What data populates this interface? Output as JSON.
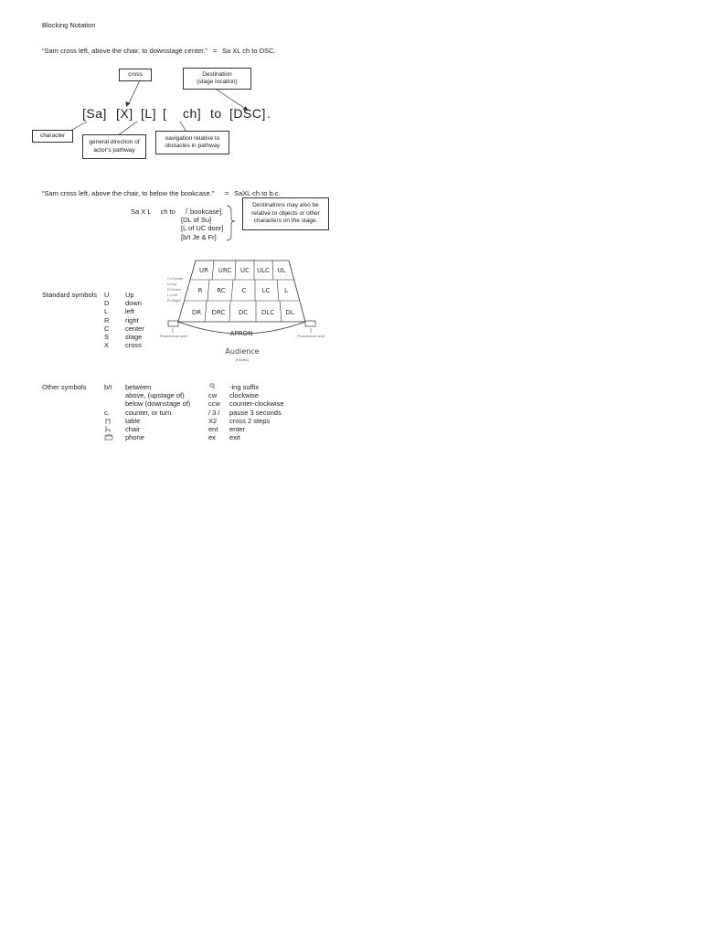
{
  "title": "Blocking Notation",
  "example1": {
    "quote": "“Sam cross left, above the chair, to downstage center.”",
    "equals": "=",
    "result": "Sa XL    ch to DSC.",
    "notation": {
      "char": "[Sa]",
      "cross": "[X]",
      "dir": "[L]",
      "open": "[",
      "nav_tail": "ch]",
      "to": "to",
      "dest": "[DSC]",
      "period": "."
    },
    "labels": {
      "cross": "cross",
      "destination": "Destination\n(stage location)",
      "character": "character",
      "general_direction": "general direction of\nactor’s pathway",
      "navigation": "navigation relative to\nobstacles in pathway"
    }
  },
  "example2": {
    "quote": "“Sam cross left, above the chair, to below the bookcase.”",
    "equals": "=",
    "result": "SaXL    ch to    b.c.",
    "lead": "Sa X L     ch to",
    "options": [
      "bookcase].",
      "[DL of Su]",
      "[L of UC door]",
      "[b/t Je & Fr]"
    ],
    "note": "Destinations may also be\nrelative to objects or other\ncharacters on the stage."
  },
  "standard_symbols": {
    "label": "Standard symbols",
    "items": [
      {
        "sym": "U",
        "meaning": "Up"
      },
      {
        "sym": "D",
        "meaning": "down"
      },
      {
        "sym": "L",
        "meaning": "left"
      },
      {
        "sym": "R",
        "meaning": "right"
      },
      {
        "sym": "C",
        "meaning": "center"
      },
      {
        "sym": "S",
        "meaning": "stage"
      },
      {
        "sym": "X",
        "meaning": "cross"
      }
    ]
  },
  "stage_diagram": {
    "upstage_row": [
      "UR",
      "URC",
      "UC",
      "ULC",
      "UL"
    ],
    "middle_row": [
      "R",
      "RC",
      "C",
      "LC",
      "L"
    ],
    "downstage_row": [
      "DR",
      "DRC",
      "DC",
      "DLC",
      "DL"
    ],
    "apron": "APRON",
    "audience": "Audience",
    "audience_sub": "(House)",
    "legend": [
      "C=Center",
      "U=Up",
      "D=Down",
      "L=Left",
      "R=Right"
    ],
    "left_arch": "Proscenium arch",
    "right_arch": "Proscenium arch"
  },
  "other_symbols": {
    "label": "Other symbols",
    "left": [
      {
        "sym": "b/t",
        "meaning": "between",
        "icon": ""
      },
      {
        "sym": "",
        "meaning": "above, (upstage of)",
        "icon": ""
      },
      {
        "sym": "",
        "meaning": "below (downstage of)",
        "icon": ""
      },
      {
        "sym": "c.",
        "meaning": "counter, or turn",
        "icon": ""
      },
      {
        "sym": "",
        "meaning": "table",
        "icon": "table-icon"
      },
      {
        "sym": "",
        "meaning": "chair",
        "icon": "chair-icon"
      },
      {
        "sym": "",
        "meaning": "phone",
        "icon": "phone-icon"
      }
    ],
    "right": [
      {
        "sym": "",
        "meaning": "-ing suffix",
        "icon": "ing-suffix-icon"
      },
      {
        "sym": "cw",
        "meaning": "clockwise",
        "icon": ""
      },
      {
        "sym": "ccw",
        "meaning": "counter-clockwise",
        "icon": ""
      },
      {
        "sym": "/ 3 /",
        "meaning": "pause 3 seconds",
        "icon": ""
      },
      {
        "sym": "X2",
        "meaning": "cross 2 steps",
        "icon": ""
      },
      {
        "sym": "ent",
        "meaning": "enter",
        "icon": ""
      },
      {
        "sym": "ex",
        "meaning": "exit",
        "icon": ""
      }
    ]
  }
}
